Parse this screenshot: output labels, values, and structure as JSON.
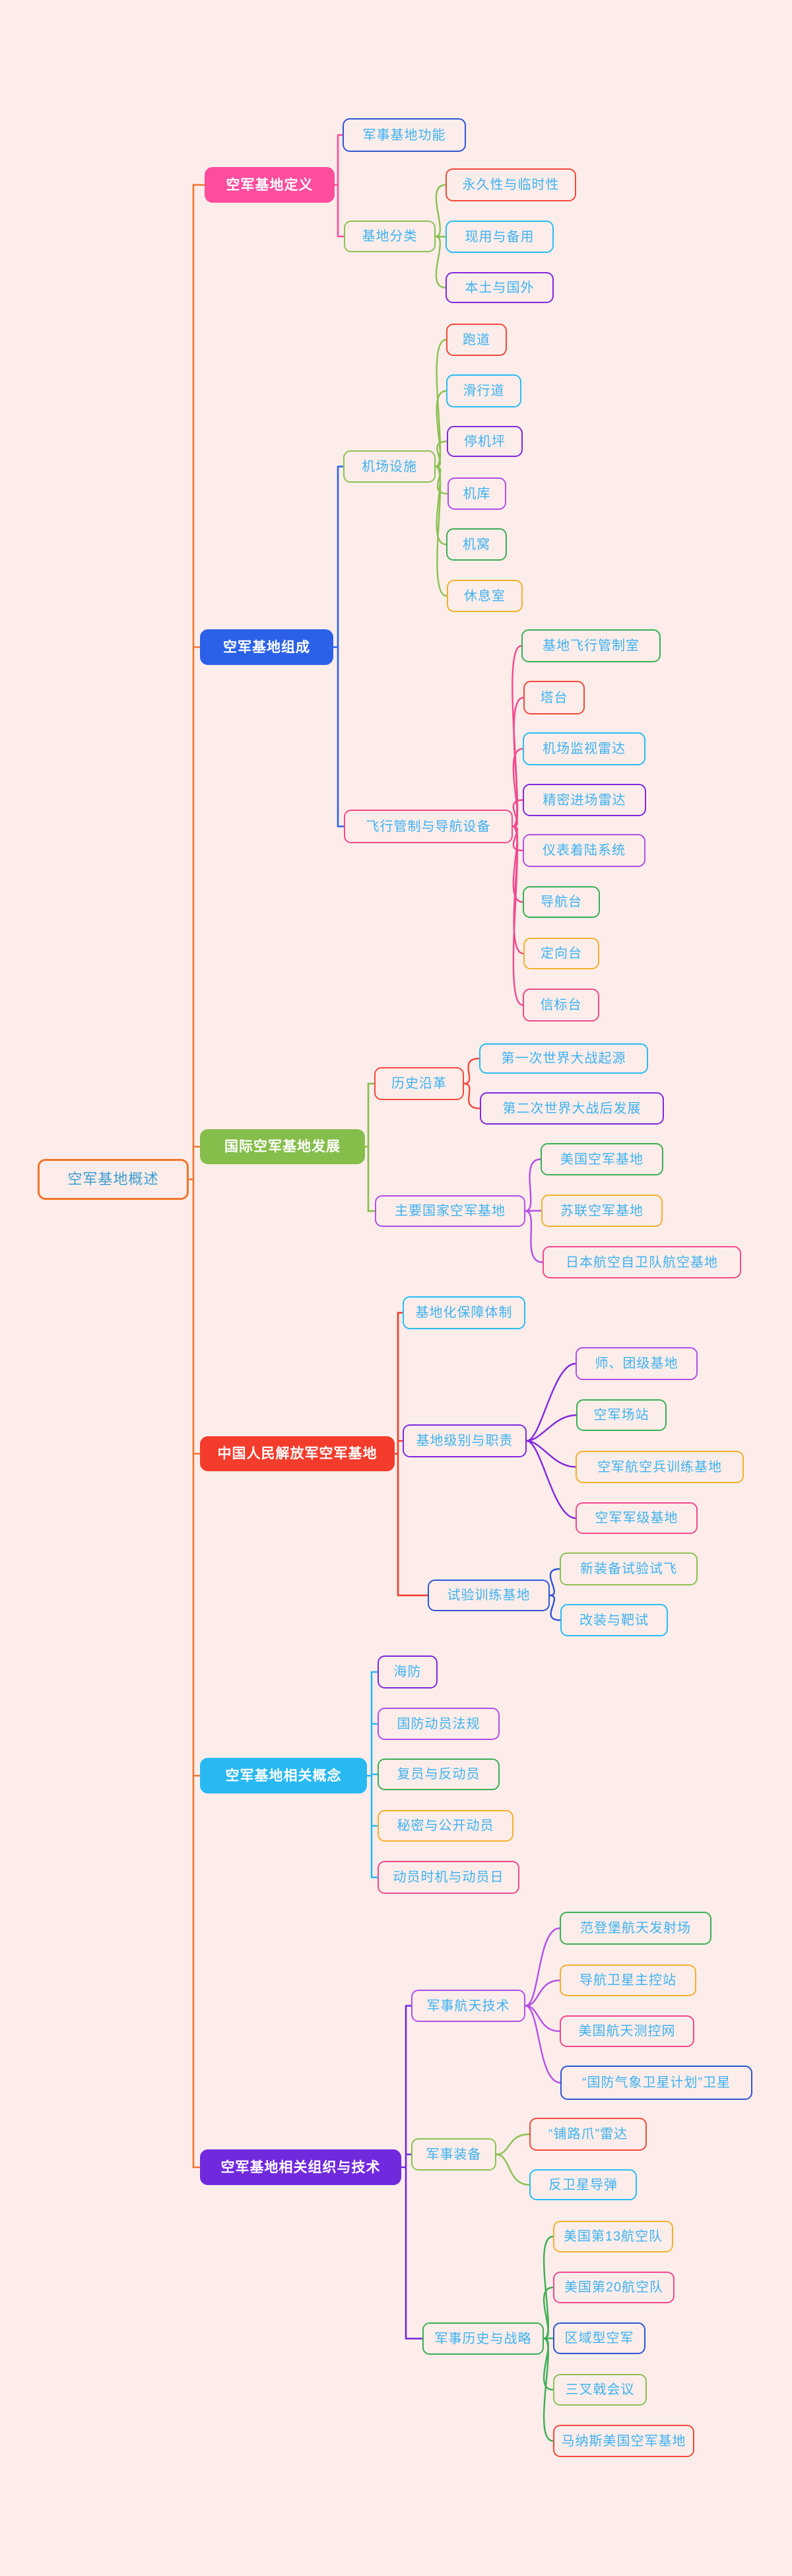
{
  "palette": {
    "background": "#FCEDEA",
    "root_border": "#F2752C",
    "root_text": "#3A9CD0",
    "leaf_text": "#3EB2F0",
    "fill": {
      "magenta": "#FF4D9E",
      "blue": "#2B61E8",
      "green": "#85BE4B",
      "red": "#F43C2C",
      "cyan": "#29B9F2",
      "purple": "#7129DE"
    },
    "border": {
      "red": "#F2493B",
      "cyan": "#2BBCF0",
      "royal": "#2F55D4",
      "green": "#3DAE54",
      "olive": "#8CC152",
      "amber": "#F5B02E",
      "purple": "#8228DE",
      "violet": "#B44FE8",
      "pink": "#F2498E",
      "orange": "#F2752C"
    }
  },
  "tree": {
    "id": "root",
    "label": "空军基地概述",
    "color": "orange",
    "children": [
      {
        "id": "def1",
        "label": "空军基地定义",
        "color": "magenta",
        "children": [
          {
            "id": "func",
            "label": "军事基地功能",
            "color": "royal",
            "children": []
          },
          {
            "id": "cls",
            "label": "基地分类",
            "color": "olive",
            "children": [
              {
                "id": "perm",
                "label": "永久性与临时性",
                "color": "red",
                "children": []
              },
              {
                "id": "active",
                "label": "现用与备用",
                "color": "cyan",
                "children": []
              },
              {
                "id": "homeland",
                "label": "本土与国外",
                "color": "purple",
                "children": []
              }
            ]
          }
        ]
      },
      {
        "id": "comp",
        "label": "空军基地组成",
        "color": "blue",
        "children": [
          {
            "id": "fac",
            "label": "机场设施",
            "color": "olive",
            "children": [
              {
                "id": "runway",
                "label": "跑道",
                "color": "red",
                "children": []
              },
              {
                "id": "taxiway",
                "label": "滑行道",
                "color": "cyan",
                "children": []
              },
              {
                "id": "apron",
                "label": "停机坪",
                "color": "purple",
                "children": []
              },
              {
                "id": "hangar",
                "label": "机库",
                "color": "violet",
                "children": []
              },
              {
                "id": "shelter",
                "label": "机窝",
                "color": "green",
                "children": []
              },
              {
                "id": "lounge",
                "label": "休息室",
                "color": "amber",
                "children": []
              }
            ]
          },
          {
            "id": "nav",
            "label": "飞行管制与导航设备",
            "color": "pink",
            "children": [
              {
                "id": "ctrl",
                "label": "基地飞行管制室",
                "color": "green",
                "children": []
              },
              {
                "id": "tower",
                "label": "塔台",
                "color": "red",
                "children": []
              },
              {
                "id": "asr",
                "label": "机场监视雷达",
                "color": "cyan",
                "children": []
              },
              {
                "id": "par",
                "label": "精密进场雷达",
                "color": "purple",
                "children": []
              },
              {
                "id": "ils",
                "label": "仪表着陆系统",
                "color": "violet",
                "children": []
              },
              {
                "id": "navaid",
                "label": "导航台",
                "color": "green",
                "children": []
              },
              {
                "id": "df",
                "label": "定向台",
                "color": "amber",
                "children": []
              },
              {
                "id": "beacon",
                "label": "信标台",
                "color": "pink",
                "children": []
              }
            ]
          }
        ]
      },
      {
        "id": "intl",
        "label": "国际空军基地发展",
        "color": "green",
        "children": [
          {
            "id": "hist",
            "label": "历史沿革",
            "color": "red",
            "children": [
              {
                "id": "ww1",
                "label": "第一次世界大战起源",
                "color": "cyan",
                "children": []
              },
              {
                "id": "ww2",
                "label": "第二次世界大战后发展",
                "color": "purple",
                "children": []
              }
            ]
          },
          {
            "id": "nations",
            "label": "主要国家空军基地",
            "color": "violet",
            "children": [
              {
                "id": "usbase",
                "label": "美国空军基地",
                "color": "green",
                "children": []
              },
              {
                "id": "sovietbase",
                "label": "苏联空军基地",
                "color": "amber",
                "children": []
              },
              {
                "id": "japanbase",
                "label": "日本航空自卫队航空基地",
                "color": "pink",
                "children": []
              }
            ]
          }
        ]
      },
      {
        "id": "pla",
        "label": "中国人民解放军空军基地",
        "color": "red",
        "children": [
          {
            "id": "support",
            "label": "基地化保障体制",
            "color": "cyan",
            "children": []
          },
          {
            "id": "levels",
            "label": "基地级别与职责",
            "color": "purple",
            "children": [
              {
                "id": "division",
                "label": "师、团级基地",
                "color": "violet",
                "children": []
              },
              {
                "id": "station",
                "label": "空军场站",
                "color": "green",
                "children": []
              },
              {
                "id": "training",
                "label": "空军航空兵训练基地",
                "color": "amber",
                "children": []
              },
              {
                "id": "corps",
                "label": "空军军级基地",
                "color": "pink",
                "children": []
              }
            ]
          },
          {
            "id": "testbase",
            "label": "试验训练基地",
            "color": "royal",
            "children": [
              {
                "id": "newequip",
                "label": "新装备试验试飞",
                "color": "olive",
                "children": []
              },
              {
                "id": "refit",
                "label": "改装与靶试",
                "color": "cyan",
                "children": []
              }
            ]
          }
        ]
      },
      {
        "id": "concept",
        "label": "空军基地相关概念",
        "color": "cyan",
        "children": [
          {
            "id": "coastal",
            "label": "海防",
            "color": "purple",
            "children": []
          },
          {
            "id": "law",
            "label": "国防动员法规",
            "color": "violet",
            "children": []
          },
          {
            "id": "demob",
            "label": "复员与反动员",
            "color": "green",
            "children": []
          },
          {
            "id": "secret",
            "label": "秘密与公开动员",
            "color": "amber",
            "children": []
          },
          {
            "id": "timing",
            "label": "动员时机与动员日",
            "color": "pink",
            "children": []
          }
        ]
      },
      {
        "id": "org",
        "label": "空军基地相关组织与技术",
        "color": "purple",
        "children": [
          {
            "id": "space",
            "label": "军事航天技术",
            "color": "violet",
            "children": [
              {
                "id": "vandenberg",
                "label": "范登堡航天发射场",
                "color": "green",
                "children": []
              },
              {
                "id": "navsat",
                "label": "导航卫星主控站",
                "color": "amber",
                "children": []
              },
              {
                "id": "spacenet",
                "label": "美国航天测控网",
                "color": "pink",
                "children": []
              },
              {
                "id": "dmsp",
                "label": "“国防气象卫星计划”卫星",
                "color": "royal",
                "children": []
              }
            ]
          },
          {
            "id": "equip",
            "label": "军事装备",
            "color": "olive",
            "children": [
              {
                "id": "paws",
                "label": "“铺路爪”雷达",
                "color": "red",
                "children": []
              },
              {
                "id": "asat",
                "label": "反卫星导弹",
                "color": "cyan",
                "children": []
              }
            ]
          },
          {
            "id": "histwar",
            "label": "军事历史与战略",
            "color": "green",
            "children": [
              {
                "id": "af13",
                "label": "美国第13航空队",
                "color": "amber",
                "children": []
              },
              {
                "id": "af20",
                "label": "美国第20航空队",
                "color": "pink",
                "children": []
              },
              {
                "id": "regional",
                "label": "区域型空军",
                "color": "royal",
                "children": []
              },
              {
                "id": "trident",
                "label": "三叉戟会议",
                "color": "olive",
                "children": []
              },
              {
                "id": "manas",
                "label": "马纳斯美国空军基地",
                "color": "red",
                "children": []
              }
            ]
          }
        ]
      }
    ]
  }
}
